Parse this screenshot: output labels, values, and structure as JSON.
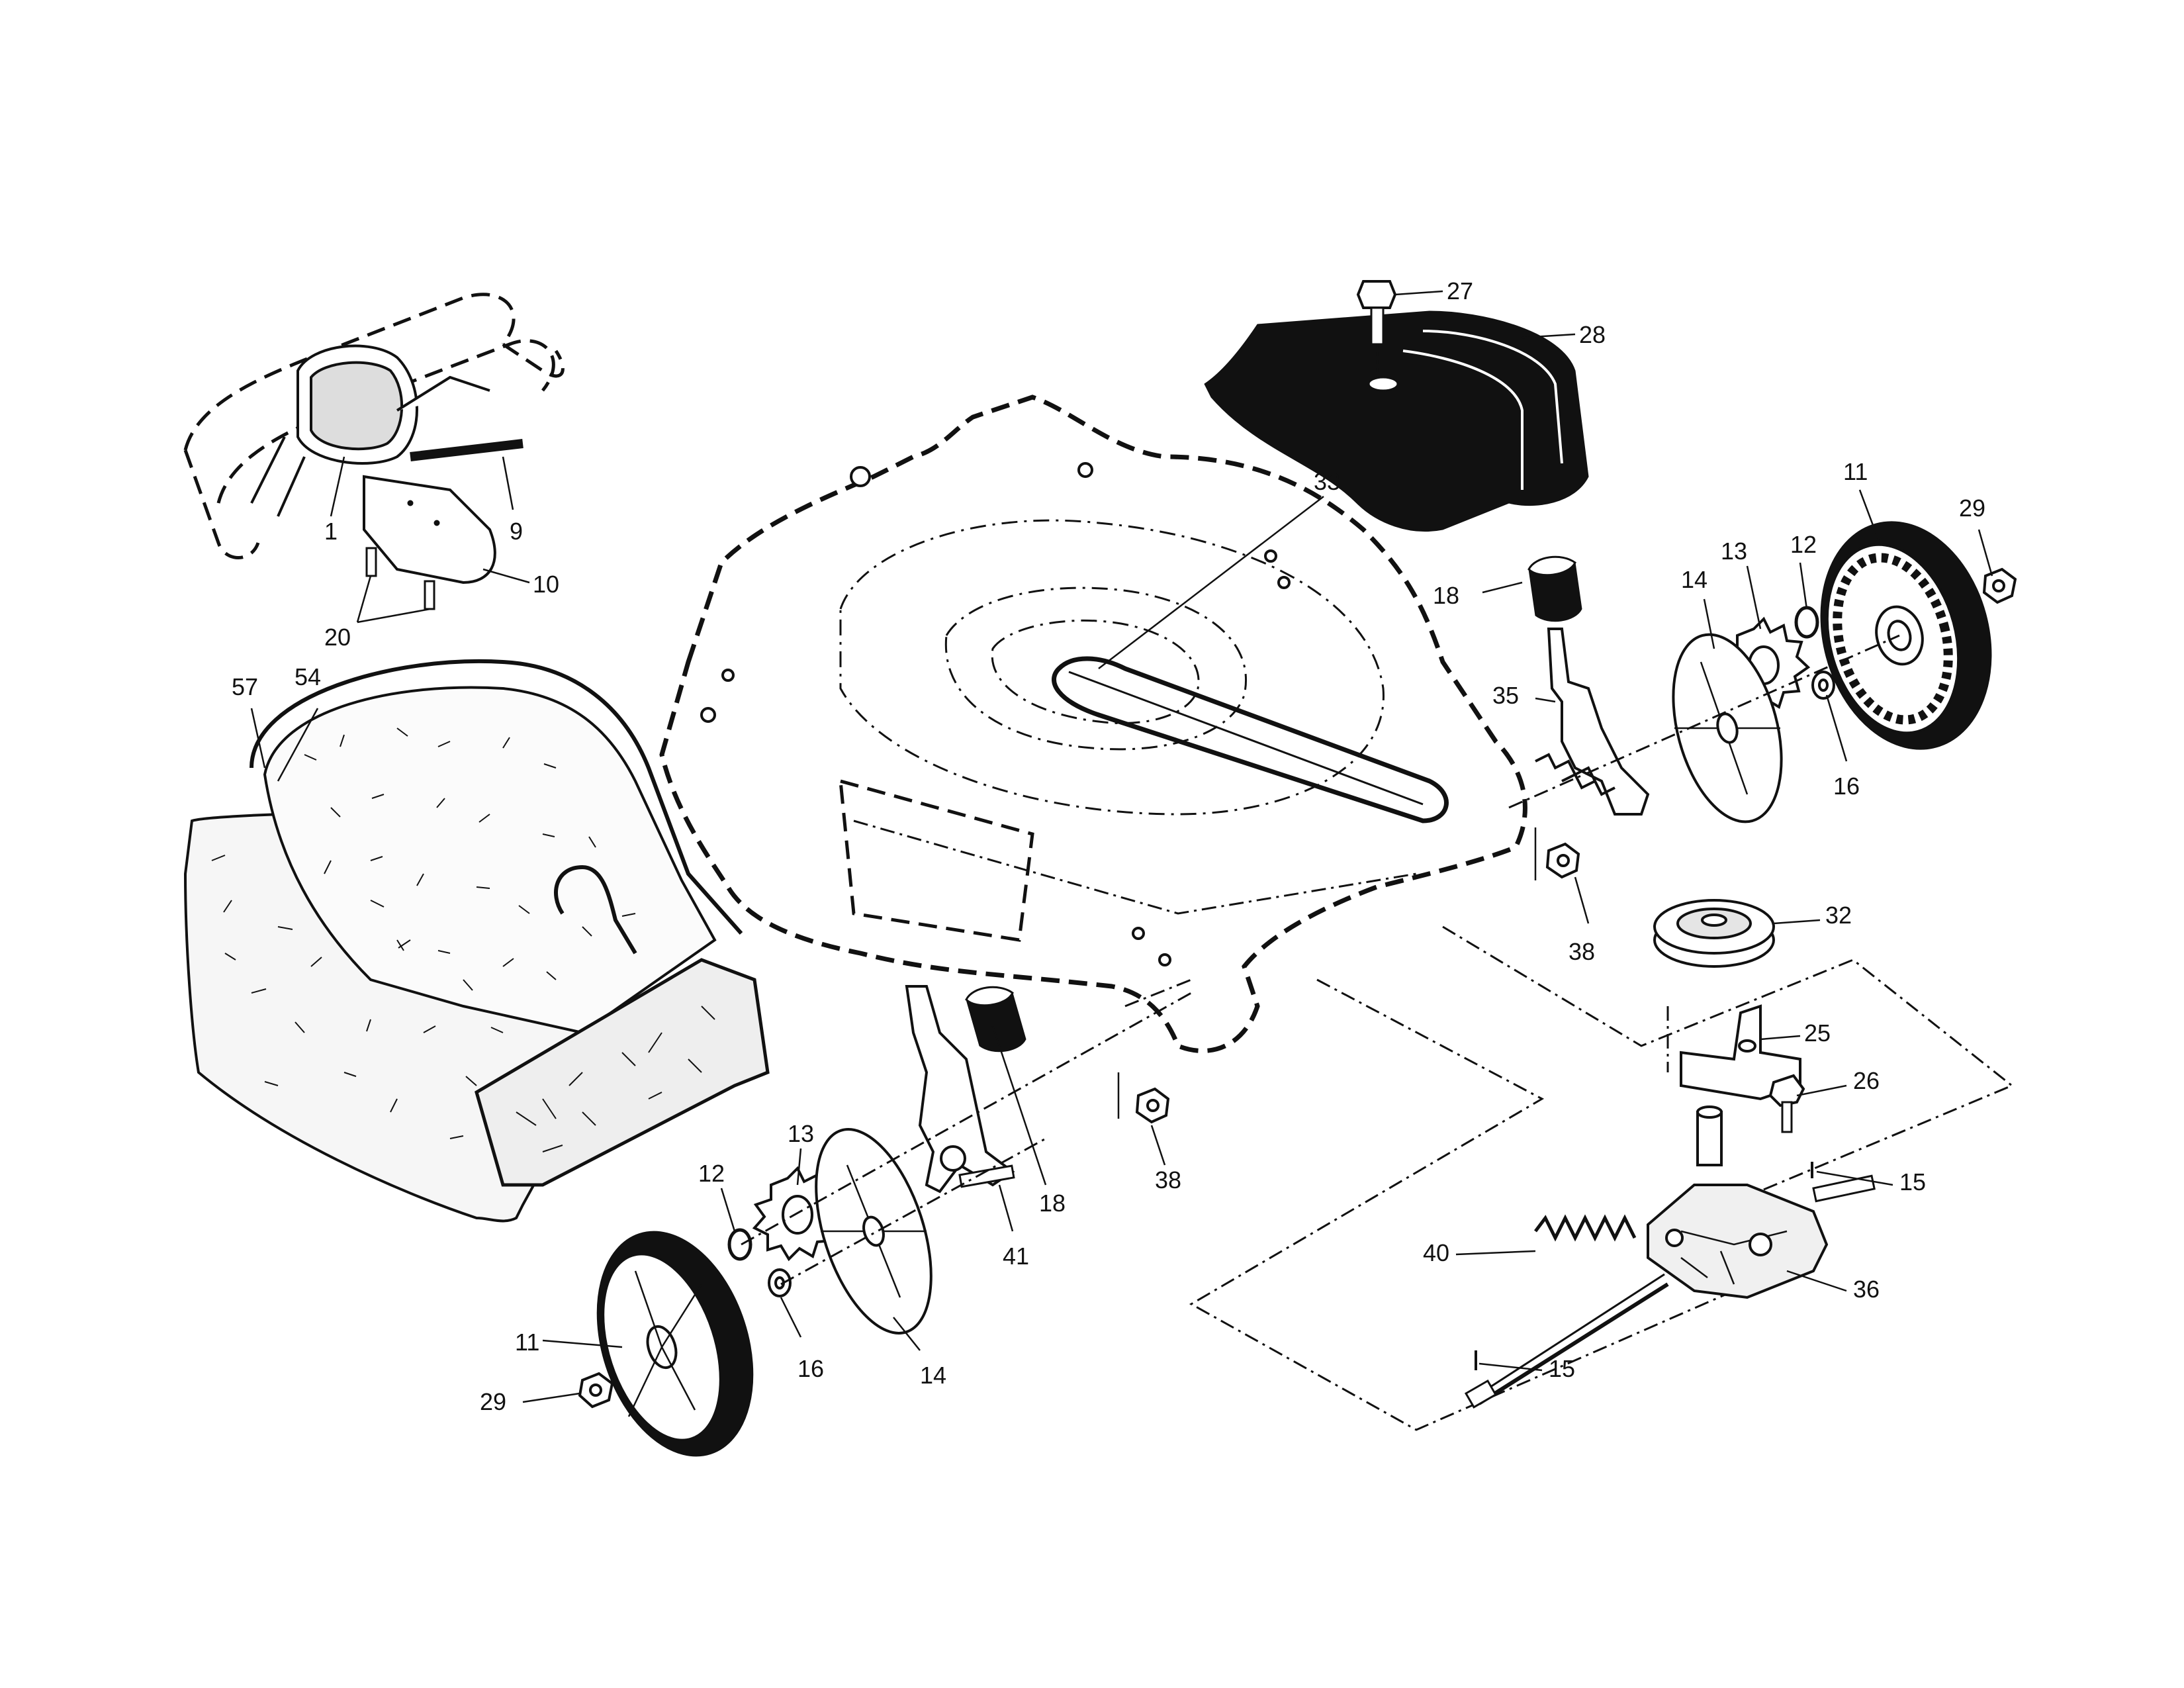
{
  "callouts": [
    {
      "id": "c-27",
      "text": "27"
    },
    {
      "id": "c-28",
      "text": "28"
    },
    {
      "id": "c-33",
      "text": "33"
    },
    {
      "id": "c-1",
      "text": "1"
    },
    {
      "id": "c-9",
      "text": "9"
    },
    {
      "id": "c-10",
      "text": "10"
    },
    {
      "id": "c-20",
      "text": "20"
    },
    {
      "id": "c-57",
      "text": "57"
    },
    {
      "id": "c-54",
      "text": "54"
    },
    {
      "id": "c-11a",
      "text": "11"
    },
    {
      "id": "c-29a",
      "text": "29"
    },
    {
      "id": "c-13a",
      "text": "13"
    },
    {
      "id": "c-12a",
      "text": "12"
    },
    {
      "id": "c-14a",
      "text": "14"
    },
    {
      "id": "c-18a",
      "text": "18"
    },
    {
      "id": "c-35",
      "text": "35"
    },
    {
      "id": "c-16a",
      "text": "16"
    },
    {
      "id": "c-38a",
      "text": "38"
    },
    {
      "id": "c-32",
      "text": "32"
    },
    {
      "id": "c-25",
      "text": "25"
    },
    {
      "id": "c-26",
      "text": "26"
    },
    {
      "id": "c-15a",
      "text": "15"
    },
    {
      "id": "c-36",
      "text": "36"
    },
    {
      "id": "c-40",
      "text": "40"
    },
    {
      "id": "c-15b",
      "text": "15"
    },
    {
      "id": "c-12b",
      "text": "12"
    },
    {
      "id": "c-13b",
      "text": "13"
    },
    {
      "id": "c-18b",
      "text": "18"
    },
    {
      "id": "c-41",
      "text": "41"
    },
    {
      "id": "c-38b",
      "text": "38"
    },
    {
      "id": "c-16b",
      "text": "16"
    },
    {
      "id": "c-14b",
      "text": "14"
    },
    {
      "id": "c-11b",
      "text": "11"
    },
    {
      "id": "c-29b",
      "text": "29"
    }
  ],
  "icons": {
    "deck": "mower-deck-outline",
    "bag": "grass-catcher-bag",
    "wheel": "wheel",
    "gear": "gear",
    "transmission": "gearbox",
    "pulley": "drive-pulley",
    "belt": "drive-belt",
    "spring": "coil-spring"
  }
}
